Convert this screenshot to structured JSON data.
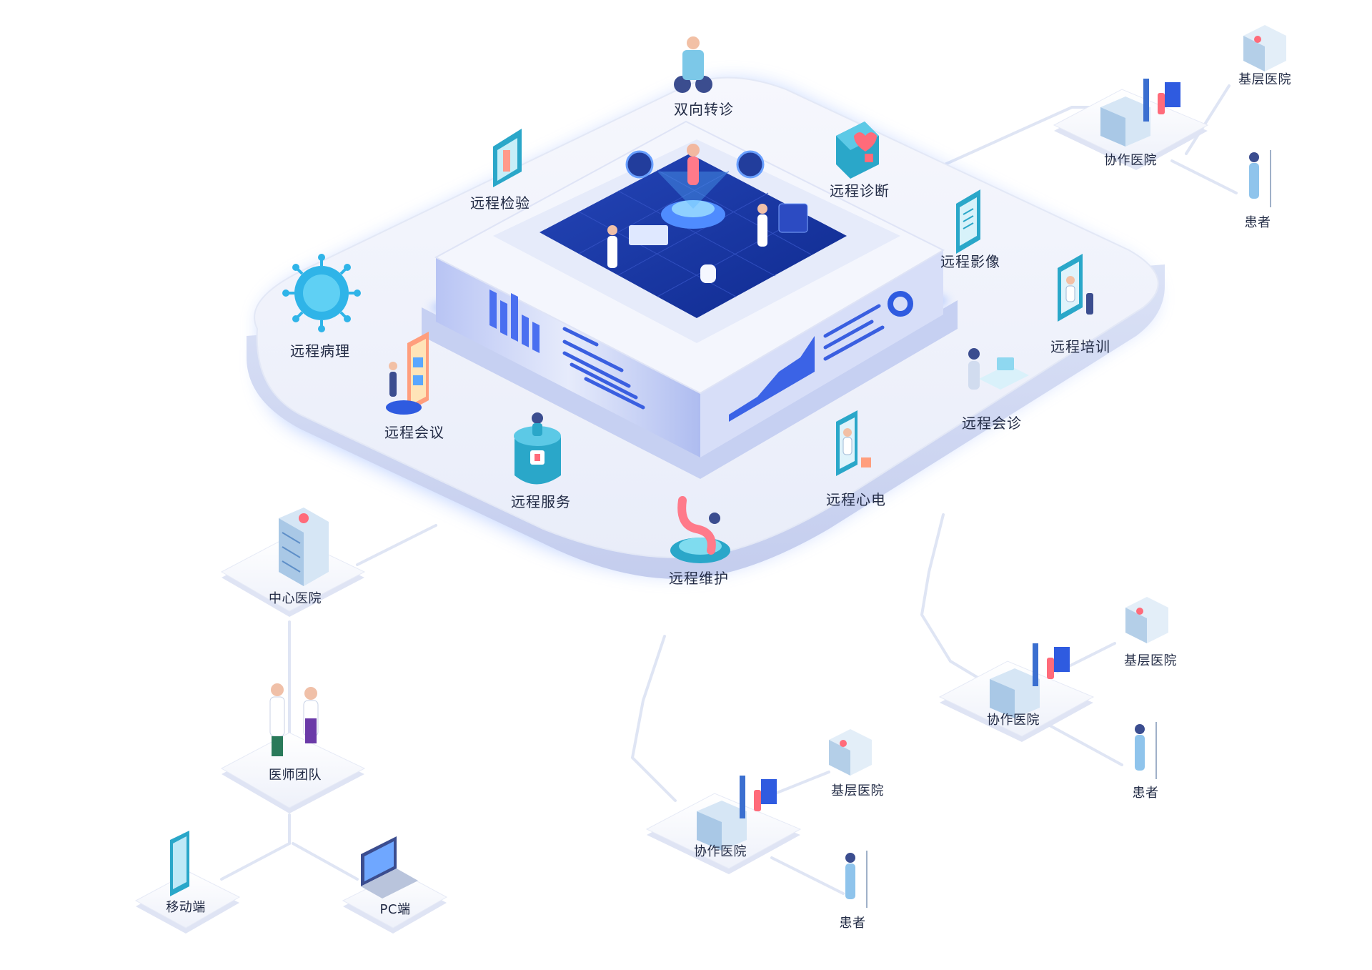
{
  "services": {
    "referral": "双向转诊",
    "lab": "远程检验",
    "diagnosis": "远程诊断",
    "imaging": "远程影像",
    "pathology": "远程病理",
    "training": "远程培训",
    "meeting": "远程会议",
    "consultation": "远程会诊",
    "service": "远程服务",
    "ecg": "远程心电",
    "maintenance": "远程维护"
  },
  "network": {
    "center_hospital": "中心医院",
    "doctor_team": "医师团队",
    "mobile": "移动端",
    "pc": "PC端",
    "clusters": [
      {
        "partner": "协作医院",
        "primary": "基层医院",
        "patient": "患者"
      },
      {
        "partner": "协作医院",
        "primary": "基层医院",
        "patient": "患者"
      },
      {
        "partner": "协作医院",
        "primary": "基层医院",
        "patient": "患者"
      }
    ]
  },
  "colors": {
    "platform": "#eef1fb",
    "platform_edge": "#c9d2f0",
    "glow": "#7aa2ff",
    "accent": "#2f5be0",
    "screen": "#1b3aa8",
    "connector": "#dde3f3",
    "label": "#222b45"
  }
}
